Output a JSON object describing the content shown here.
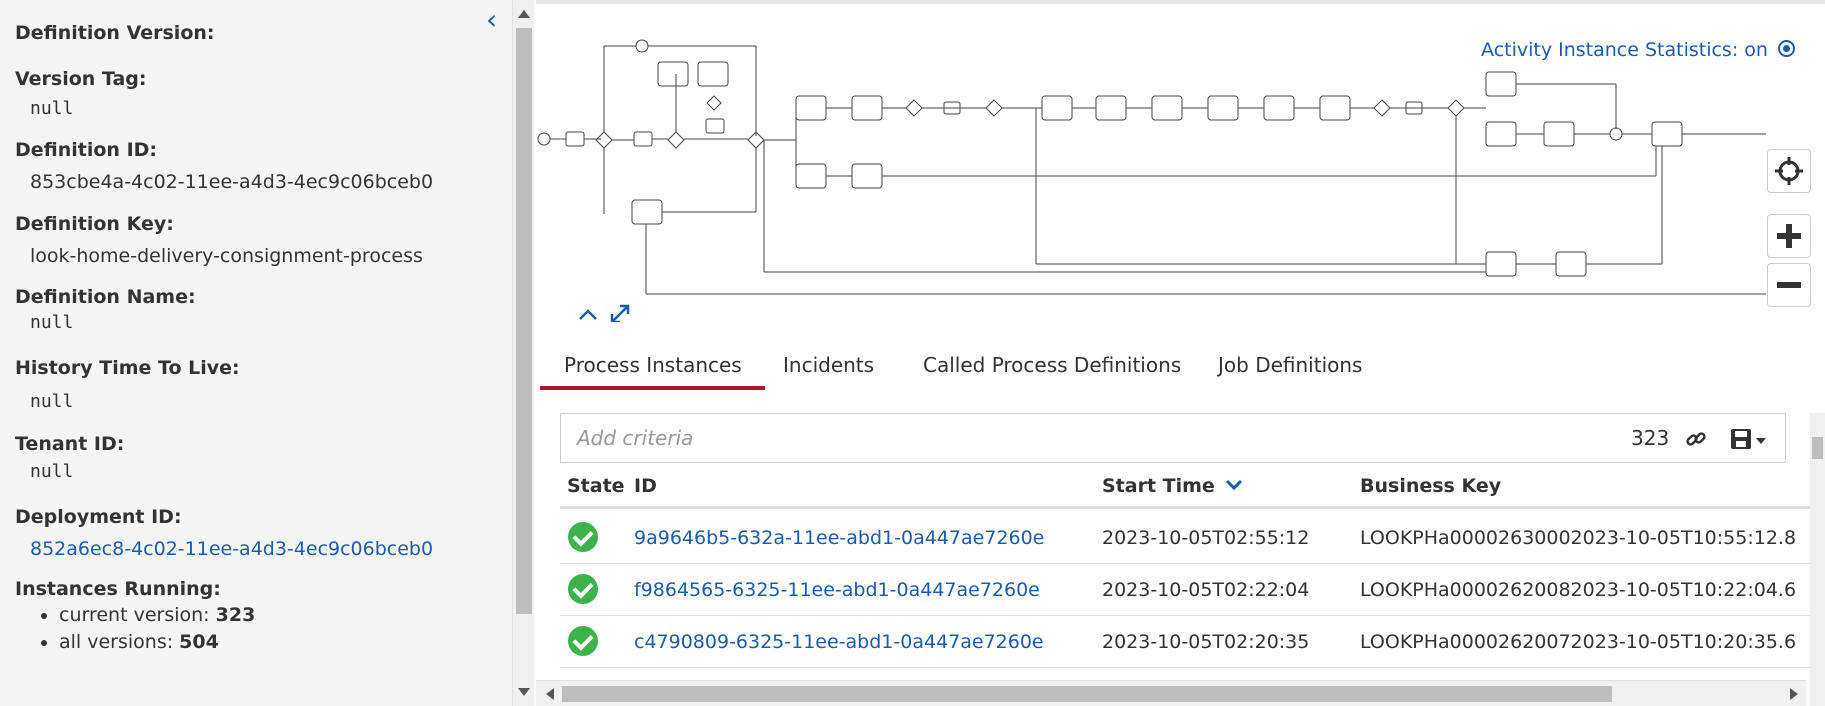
{
  "sidebar": {
    "definition_version_label": "Definition Version:",
    "version_tag_label": "Version Tag:",
    "version_tag_value": "null",
    "definition_id_label": "Definition ID:",
    "definition_id_value": "853cbe4a-4c02-11ee-a4d3-4ec9c06bceb0",
    "definition_key_label": "Definition Key:",
    "definition_key_value": "look-home-delivery-consignment-process",
    "definition_name_label": "Definition Name:",
    "definition_name_value": "null",
    "history_ttl_label": "History Time To Live:",
    "history_ttl_value": "null",
    "tenant_id_label": "Tenant ID:",
    "tenant_id_value": "null",
    "deployment_id_label": "Deployment ID:",
    "deployment_id_value": "852a6ec8-4c02-11ee-a4d3-4ec9c06bceb0",
    "instances_running_label": "Instances Running:",
    "current_version_label": "current version: ",
    "current_version_value": "323",
    "all_versions_label": "all versions: ",
    "all_versions_value": "504",
    "collapse_icon": "chevron-left-icon"
  },
  "diagram": {
    "stats_label": "Activity Instance Statistics: on"
  },
  "tabs": [
    {
      "label": "Process Instances",
      "active": true
    },
    {
      "label": "Incidents",
      "active": false
    },
    {
      "label": "Called Process Definitions",
      "active": false
    },
    {
      "label": "Job Definitions",
      "active": false
    }
  ],
  "search": {
    "placeholder": "Add criteria",
    "count": "323"
  },
  "table": {
    "headers": {
      "state": "State",
      "id": "ID",
      "start_time": "Start Time",
      "business_key": "Business Key"
    },
    "rows": [
      {
        "state": "completed",
        "id": "9a9646b5-632a-11ee-abd1-0a447ae7260e",
        "start_time": "2023-10-05T02:55:12",
        "business_key": "LOOKPHa00002630002023-10-05T10:55:12.8"
      },
      {
        "state": "completed",
        "id": "f9864565-6325-11ee-abd1-0a447ae7260e",
        "start_time": "2023-10-05T02:22:04",
        "business_key": "LOOKPHa00002620082023-10-05T10:22:04.6"
      },
      {
        "state": "completed",
        "id": "c4790809-6325-11ee-abd1-0a447ae7260e",
        "start_time": "2023-10-05T02:20:35",
        "business_key": "LOOKPHa00002620072023-10-05T10:20:35.6"
      }
    ]
  },
  "colors": {
    "accent": "#1b5cad",
    "tab_active": "#b5152b",
    "success": "#3bb34a"
  }
}
